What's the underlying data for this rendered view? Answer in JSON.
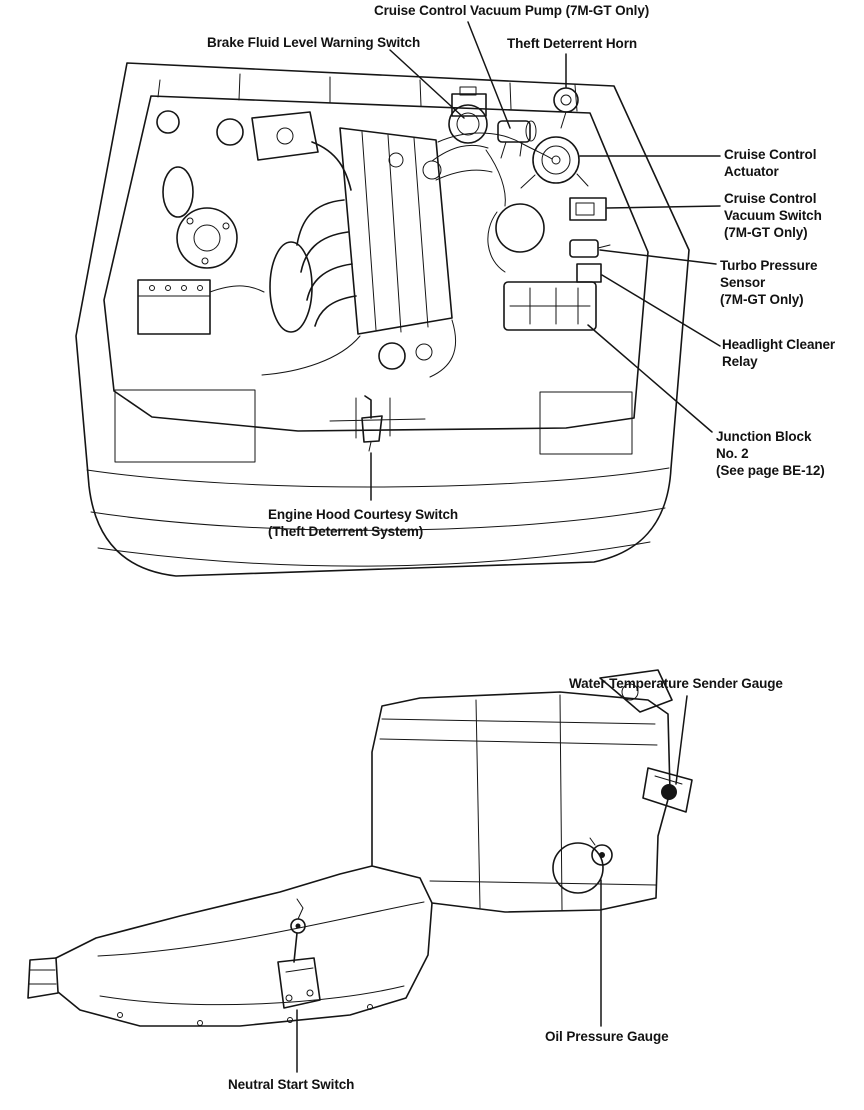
{
  "style": {
    "ink": "#151515",
    "paper": "#ffffff"
  },
  "engine_compartment_figure": {
    "callouts": {
      "cruise_control_vacuum_pump": "Cruise Control Vacuum Pump (7M-GT Only)",
      "brake_fluid_level_warning_switch": "Brake Fluid Level Warning Switch",
      "theft_deterrent_horn": "Theft Deterrent Horn",
      "cruise_control_actuator": "Cruise Control\nActuator",
      "cruise_control_vacuum_switch": "Cruise Control\nVacuum Switch\n(7M-GT Only)",
      "turbo_pressure_sensor": "Turbo Pressure\nSensor\n(7M-GT Only)",
      "headlight_cleaner_relay": "Headlight Cleaner\nRelay",
      "junction_block_no_2": "Junction Block\nNo. 2\n(See page BE-12)",
      "engine_hood_courtesy_switch": "Engine Hood Courtesy Switch\n(Theft Deterrent System)"
    }
  },
  "engine_transmission_figure": {
    "callouts": {
      "water_temperature_sender_gauge": "Water Temperature Sender Gauge",
      "oil_pressure_gauge": "Oil Pressure Gauge",
      "neutral_start_switch": "Neutral Start Switch"
    }
  }
}
